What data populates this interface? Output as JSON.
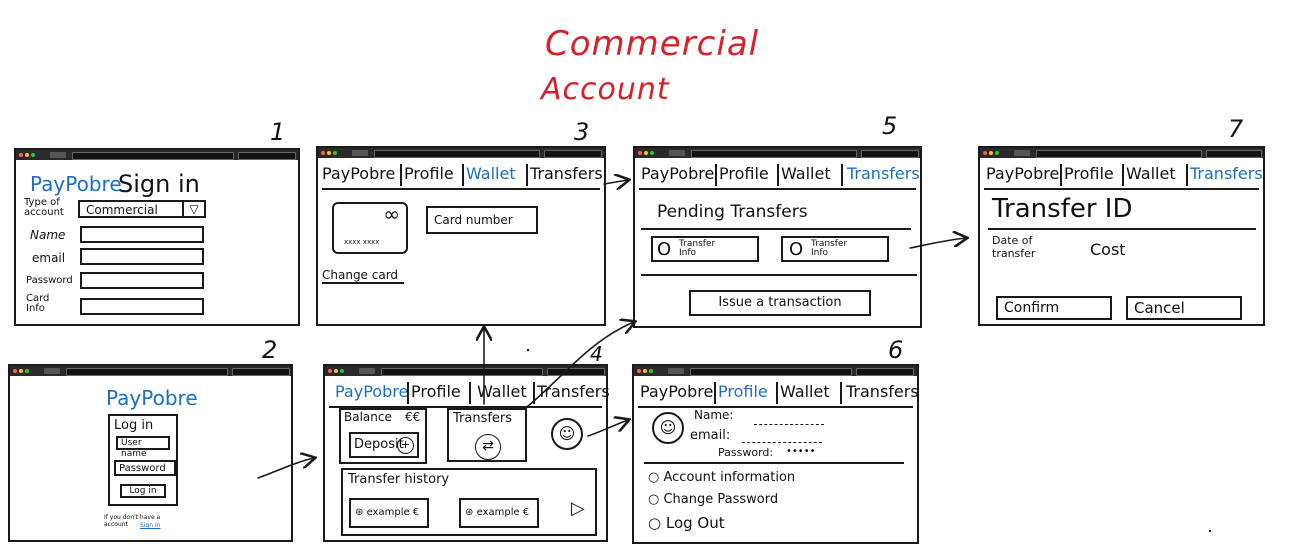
{
  "title": {
    "line1": "Commercial",
    "line2": "Account",
    "color": "#d6202a"
  },
  "numbers": {
    "s1": "1",
    "s2": "2",
    "s3": "3",
    "s4": "4",
    "s5": "5",
    "s6": "6",
    "s7": "7"
  },
  "nav": {
    "paypobre": "PayPobre",
    "profile": "Profile",
    "wallet": "Wallet",
    "transfers": "Transfers"
  },
  "screen1": {
    "brand": "PayPobre",
    "heading": "Sign in",
    "type_label": "Type of account",
    "type_value": "Commercial",
    "name_label": "Name",
    "email_label": "email",
    "password_label": "Password",
    "card_label": "Card Info"
  },
  "screen2": {
    "brand": "PayPobre",
    "login_title": "Log in",
    "username": "User name",
    "password": "Password",
    "login_button": "Log in",
    "no_account": "If you don't have a account",
    "signup_link": "Sign In"
  },
  "screen3": {
    "card_symbol": "∞",
    "card_mask": "xxxx xxxx",
    "card_number": "Card number",
    "change_card": "Change card"
  },
  "screen4": {
    "balance": "Balance",
    "currency": "€€",
    "deposit": "Deposit",
    "transfers": "Transfers",
    "history": "Transfer history",
    "example1": "example €",
    "example2": "example €"
  },
  "screen5": {
    "pending": "Pending Transfers",
    "info1": "Transfer Info",
    "info2": "Transfer Info",
    "issue": "Issue a transaction"
  },
  "screen6": {
    "name": "Name:",
    "email": "email:",
    "password": "Password:",
    "password_dots": "•••••",
    "opt1": "Account information",
    "opt2": "Change Password",
    "opt3": "Log Out"
  },
  "screen7": {
    "transfer_id": "Transfer ID",
    "date_of_transfer": "Date of transfer",
    "cost": "Cost",
    "confirm": "Confirm",
    "cancel": "Cancel"
  }
}
